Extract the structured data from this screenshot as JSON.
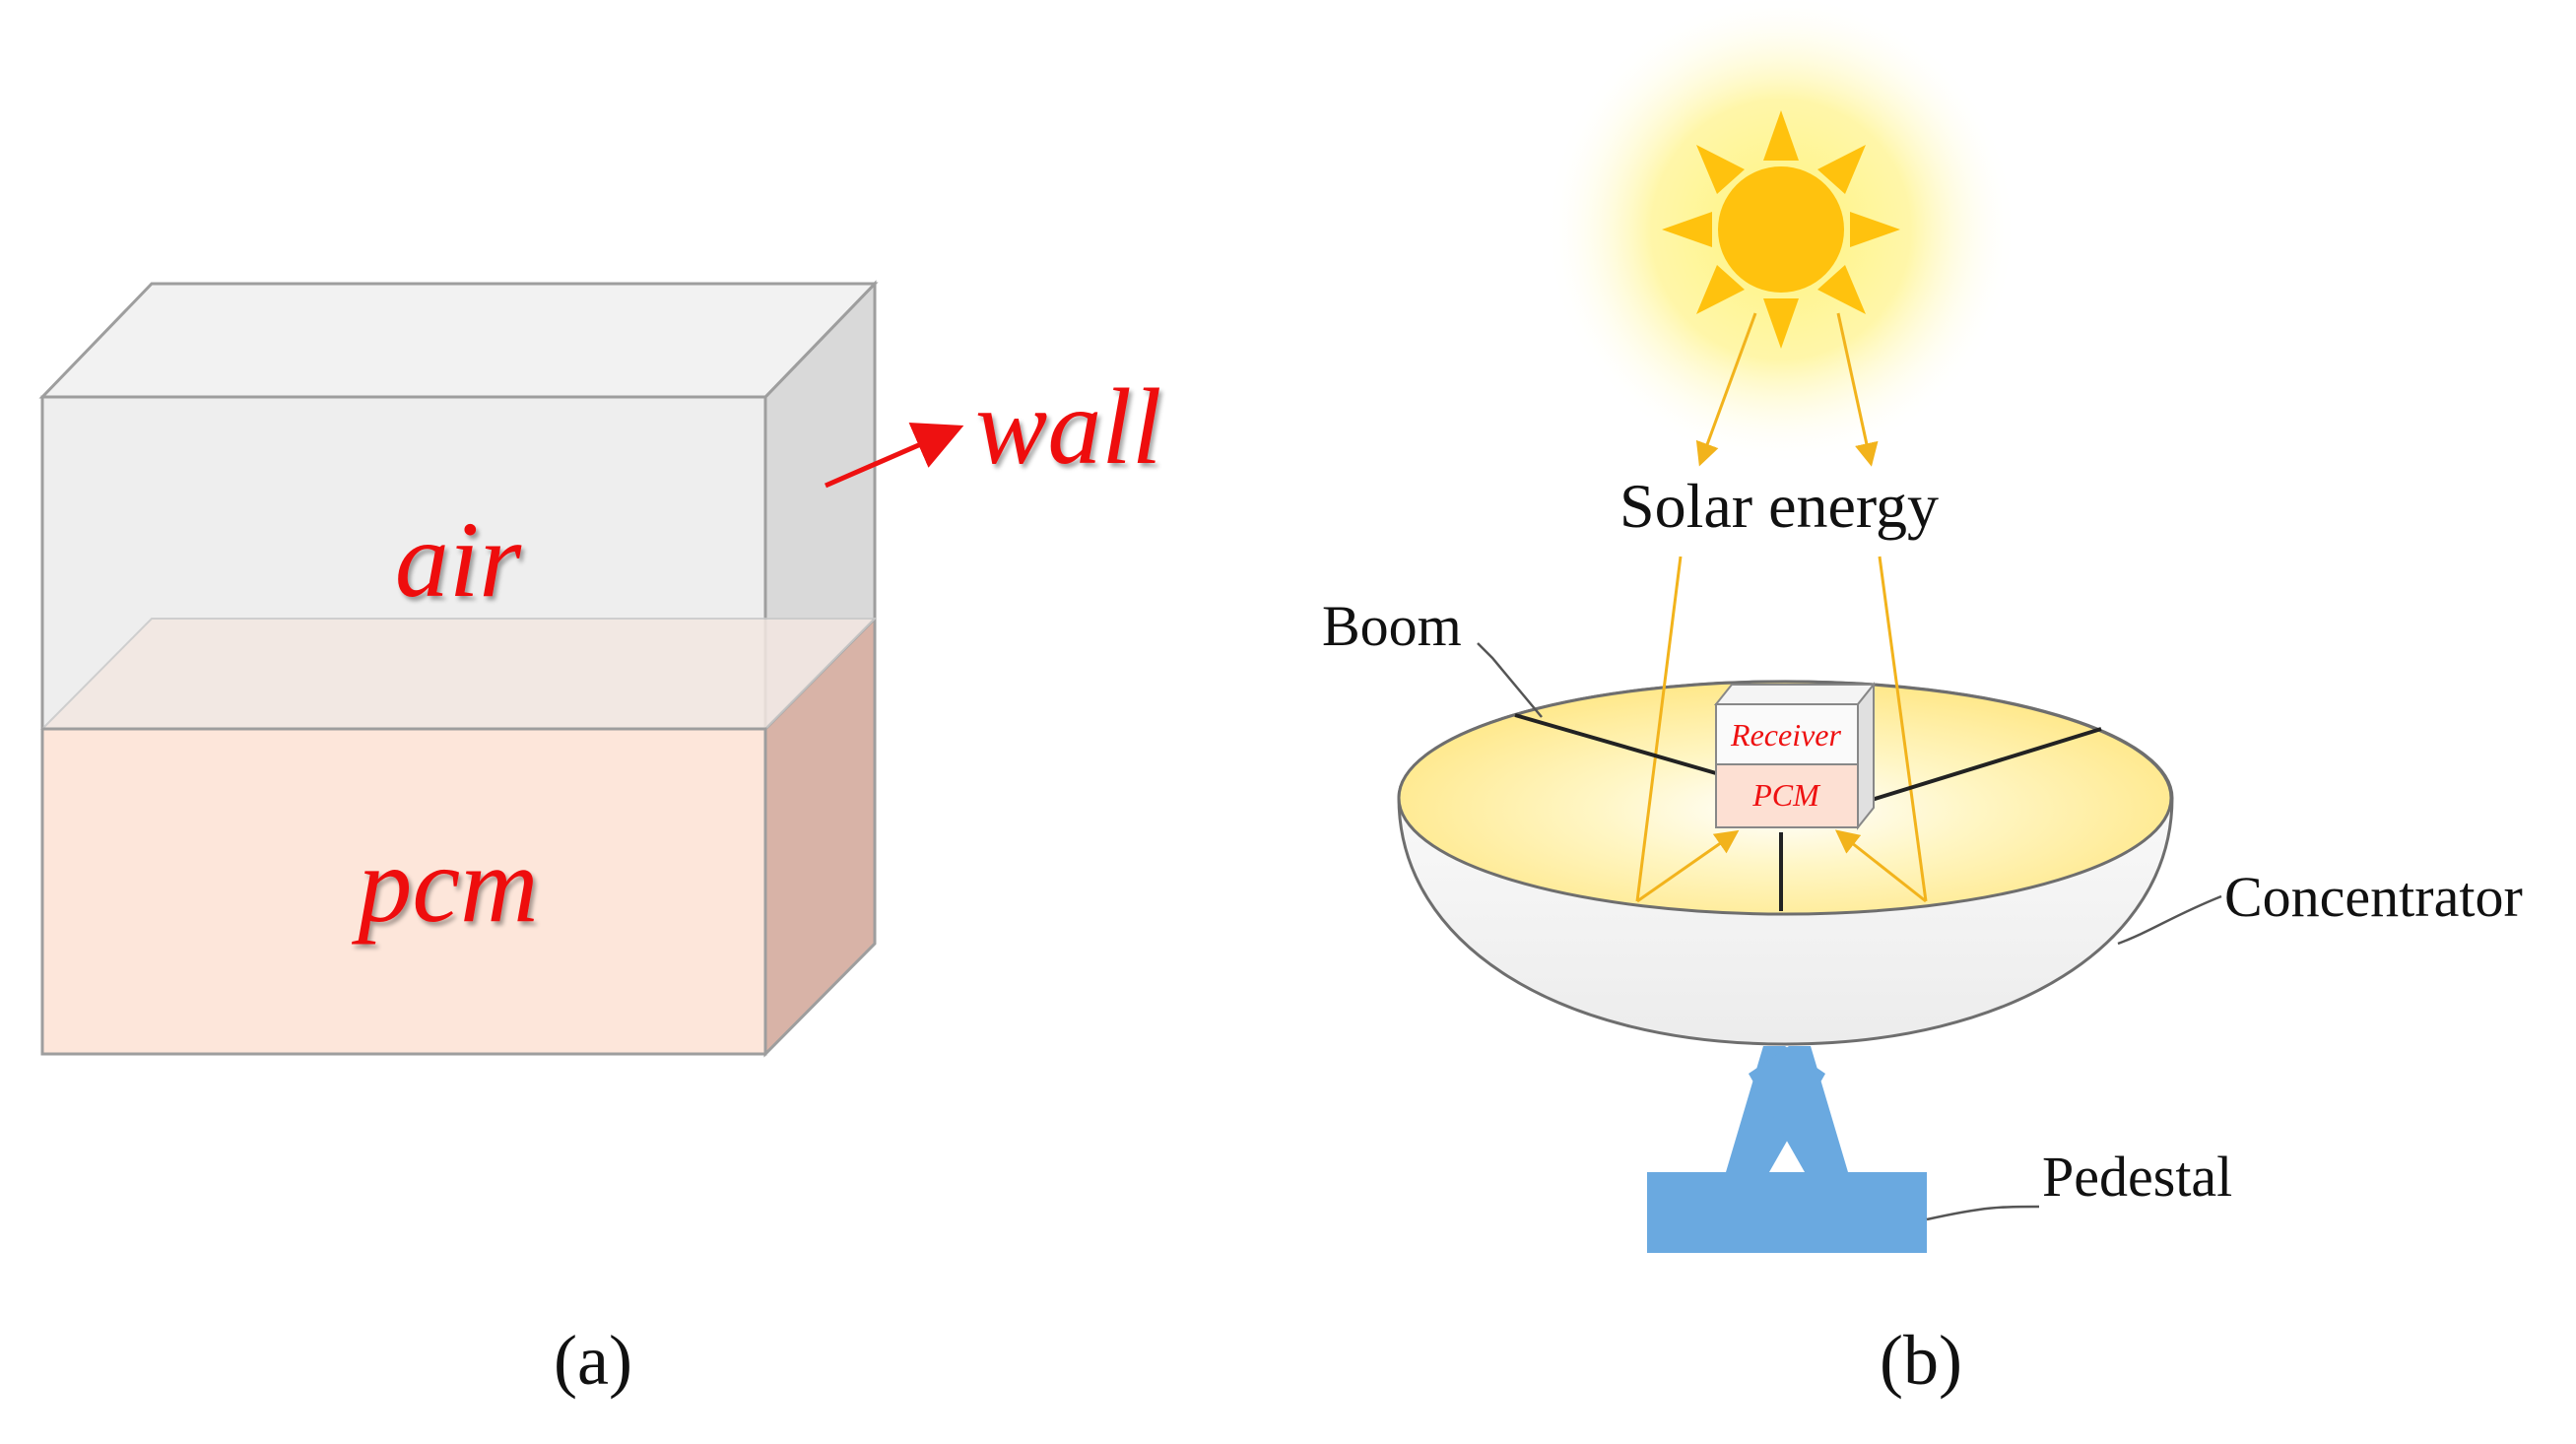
{
  "panel_a": {
    "label_air": "air",
    "label_pcm": "pcm",
    "label_wall": "wall",
    "caption": "(a)",
    "colors": {
      "air": "#eeeeee",
      "pcm": "#fde6da",
      "text": "#ee1111"
    }
  },
  "panel_b": {
    "label_solar_energy": "Solar energy",
    "label_boom": "Boom",
    "label_receiver": "Receiver",
    "label_pcm": "PCM",
    "label_concentrator": "Concentrator",
    "label_pedestal": "Pedestal",
    "caption": "(b)",
    "colors": {
      "sun": "#ffc20e",
      "sun_glow": "#fff37a",
      "rays": "#f2b31c",
      "pedestal": "#6aa9e0",
      "dish_inner": "#fff3b0"
    }
  }
}
